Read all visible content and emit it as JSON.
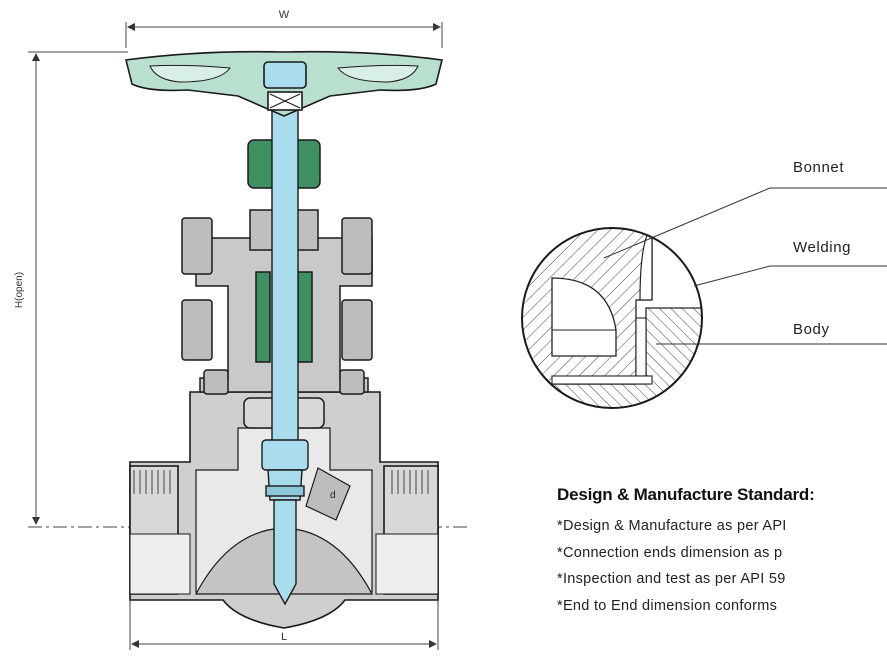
{
  "dimensions": {
    "width": "W",
    "height": "H(open)",
    "length": "L",
    "diameter": "d"
  },
  "detail_labels": {
    "bonnet": "Bonnet",
    "welding": "Welding",
    "body": "Body"
  },
  "standard": {
    "title": "Design & Manufacture Standard:",
    "lines": [
      "*Design & Manufacture as per API",
      "*Connection ends dimension as p",
      "*Inspection and test as per API 59",
      "*End to End dimension conforms"
    ]
  },
  "colors": {
    "body": "#cfcfcf",
    "handwheel": "#b9e0cf",
    "stem": "#a9dcec",
    "packing": "#3e8f62",
    "outline": "#1a1a1a"
  }
}
